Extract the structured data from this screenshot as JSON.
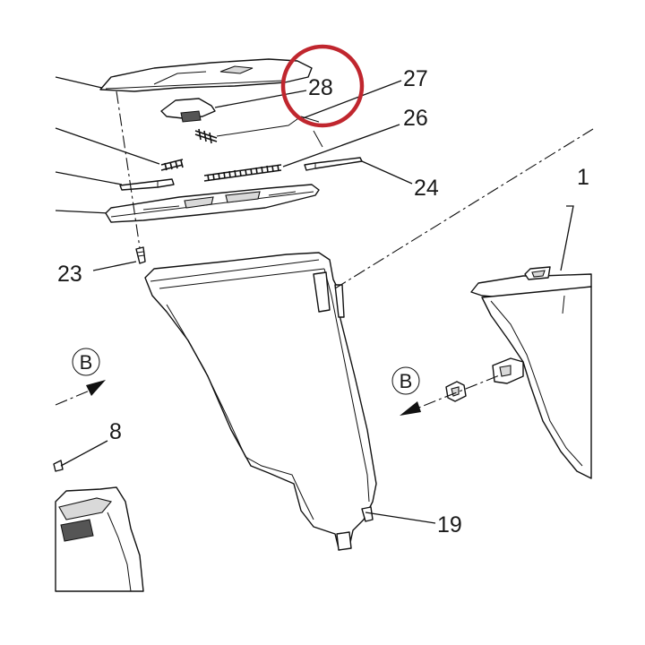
{
  "labels": {
    "p1": "1",
    "p8": "8",
    "p19": "19",
    "p23": "23",
    "p24": "24",
    "p26": "26",
    "p27": "27",
    "p28": "28"
  },
  "view_marker": "B",
  "colors": {
    "highlight": "#c0262e",
    "line": "#111111",
    "background": "#ffffff"
  }
}
